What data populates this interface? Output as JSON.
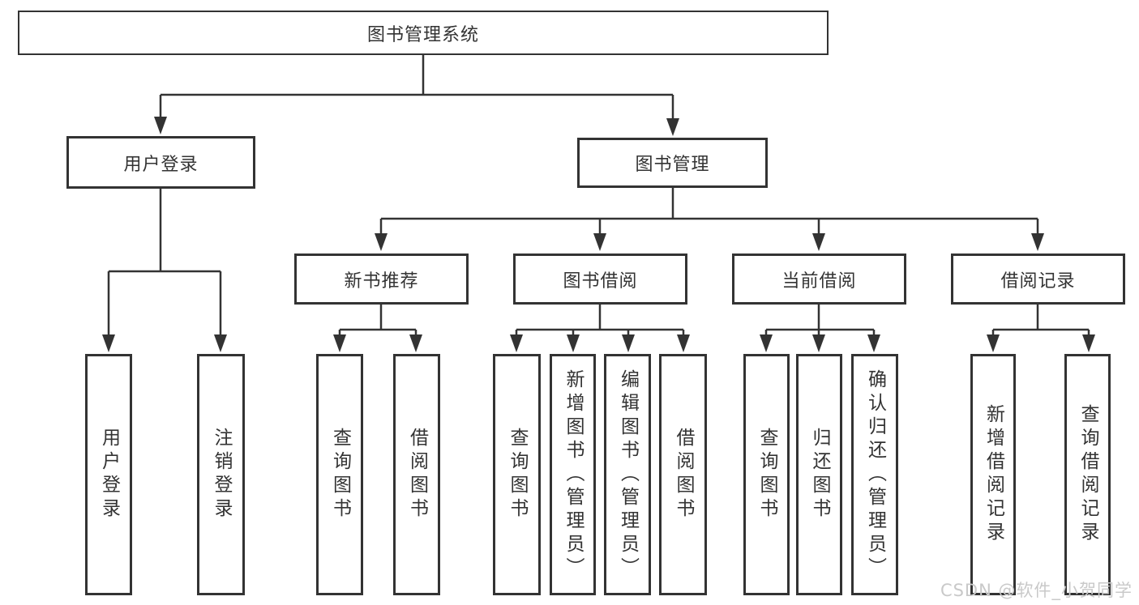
{
  "root": {
    "label": "图书管理系统"
  },
  "level2": [
    {
      "label": "用户登录"
    },
    {
      "label": "图书管理"
    }
  ],
  "level3": [
    {
      "label": "新书推荐"
    },
    {
      "label": "图书借阅"
    },
    {
      "label": "当前借阅"
    },
    {
      "label": "借阅记录"
    }
  ],
  "leaves": [
    {
      "label": "用户登录"
    },
    {
      "label": "注销登录"
    },
    {
      "label": "查询图书"
    },
    {
      "label": "借阅图书"
    },
    {
      "label": "查询图书"
    },
    {
      "label": "新增图书（管理员）"
    },
    {
      "label": "编辑图书（管理员）"
    },
    {
      "label": "借阅图书"
    },
    {
      "label": "查询图书"
    },
    {
      "label": "归还图书"
    },
    {
      "label": "确认归还（管理员）"
    },
    {
      "label": "新增借阅记录"
    },
    {
      "label": "查询借阅记录"
    }
  ],
  "watermark": {
    "text": "CSDN @软件_小贺同学"
  },
  "colors": {
    "line": "#333333",
    "box_border": "#333333",
    "text": "#333333",
    "watermark": "#c9c9c9",
    "background": "#ffffff"
  }
}
